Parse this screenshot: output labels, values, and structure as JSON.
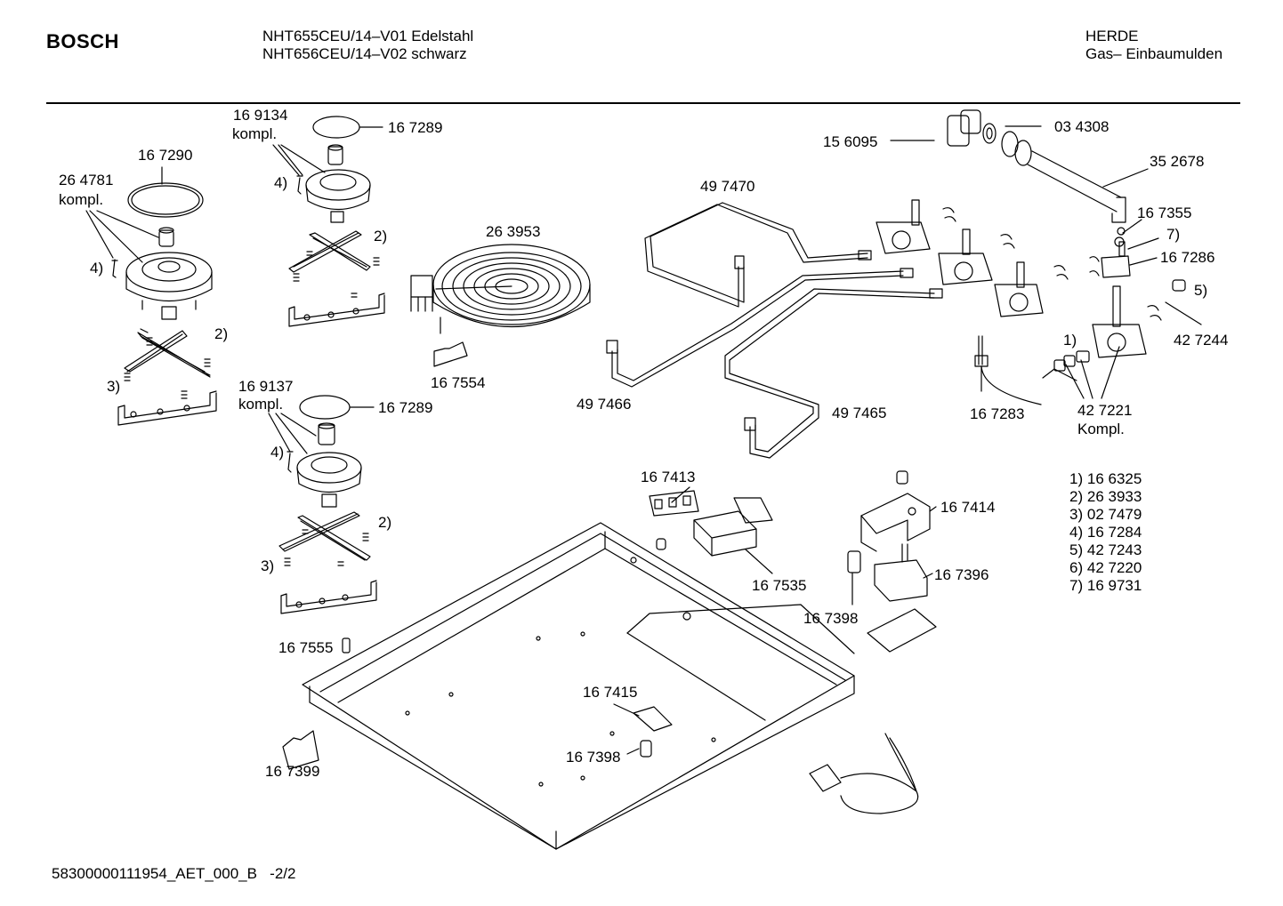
{
  "header": {
    "brand": "BOSCH",
    "model_line_1": "NHT655CEU/14–V01 Edelstahl",
    "model_line_2": "NHT656CEU/14–V02 schwarz",
    "category_line_1": "HERDE",
    "category_line_2": "Gas– Einbaumulden"
  },
  "parts": {
    "p167289_top": "16 7289",
    "p169134": "16 9134",
    "p169134_kompl": "kompl.",
    "p167290": "16 7290",
    "p264781": "26 4781",
    "p264781_kompl": "kompl.",
    "n4_a": "4)",
    "n4_b": "4)",
    "n4_c": "4)",
    "n2_a": "2)",
    "n2_b": "2)",
    "n2_c": "2)",
    "n3_a": "3)",
    "n3_b": "3)",
    "p263953": "26 3953",
    "p167554": "16 7554",
    "p169137": "16 9137",
    "p169137_kompl": "kompl.",
    "p167289_mid": "16 7289",
    "p167555": "16 7555",
    "p167399": "16 7399",
    "p156095": "15 6095",
    "p034308": "03 4308",
    "p352678": "35 2678",
    "p497470": "49 7470",
    "p167355": "16 7355",
    "n7": "7)",
    "p167286": "16 7286",
    "n5": "5)",
    "p427244": "42 7244",
    "n1": "1)",
    "p497466": "49 7466",
    "p497465": "49 7465",
    "p167283": "16 7283",
    "p427221": "42 7221",
    "p427221_kompl": "Kompl.",
    "p167413": "16 7413",
    "p167414": "16 7414",
    "p167535": "16 7535",
    "p167396": "16 7396",
    "p167398_a": "16 7398",
    "p167415": "16 7415",
    "p167398_b": "16 7398"
  },
  "legend": [
    {
      "num": "1)",
      "part": "16 6325"
    },
    {
      "num": "2)",
      "part": "26 3933"
    },
    {
      "num": "3)",
      "part": "02 7479"
    },
    {
      "num": "4)",
      "part": "16 7284"
    },
    {
      "num": "5)",
      "part": "42 7243"
    },
    {
      "num": "6)",
      "part": "42 7220"
    },
    {
      "num": "7)",
      "part": "16 9731"
    }
  ],
  "footer": {
    "doc_id": "58300000111954_AET_000_B",
    "page": "-2/2"
  }
}
